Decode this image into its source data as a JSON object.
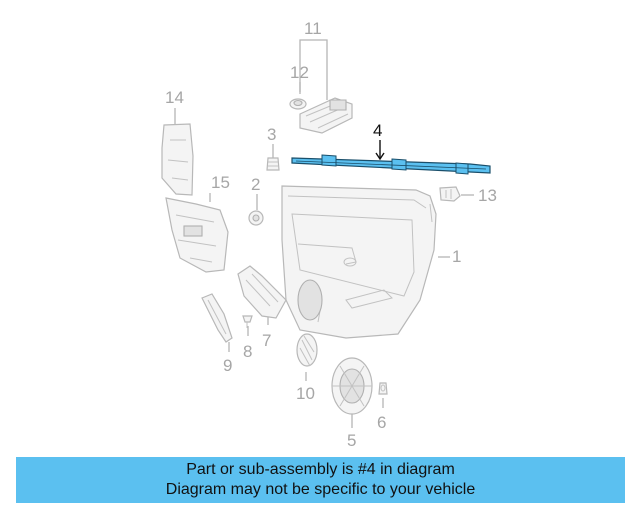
{
  "callouts": {
    "c1": "1",
    "c2": "2",
    "c3": "3",
    "c4": "4",
    "c5": "5",
    "c6": "6",
    "c7": "7",
    "c8": "8",
    "c9": "9",
    "c10": "10",
    "c11": "11",
    "c12": "12",
    "c13": "13",
    "c14": "14",
    "c15": "15"
  },
  "highlight": {
    "part": "4",
    "color": "#5bc0f0"
  },
  "banner": {
    "line1": "Part or sub-assembly is #4 in diagram",
    "line2": "Diagram may not be specific to your vehicle",
    "color": "#5bc0f0"
  }
}
